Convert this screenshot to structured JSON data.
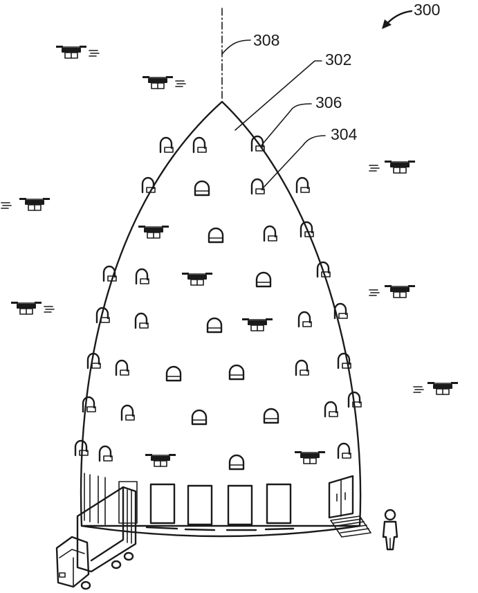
{
  "figure": {
    "reference_numerals": {
      "figure": "300",
      "structure": "302",
      "bay": "304",
      "bay_sub": "306",
      "axis": "308"
    }
  }
}
